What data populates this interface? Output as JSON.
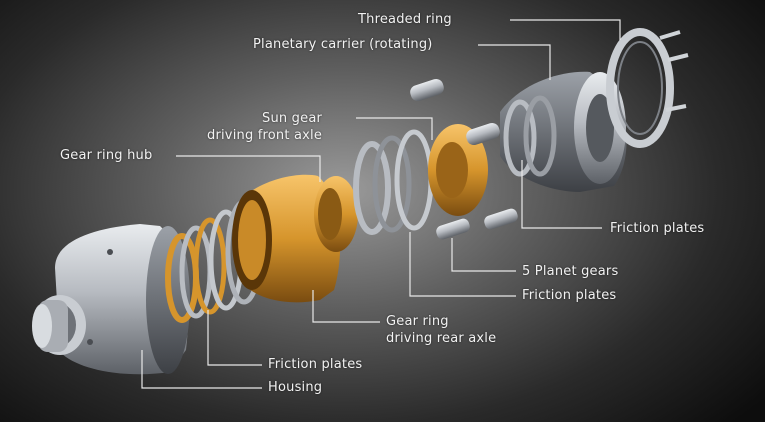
{
  "diagram": {
    "labels": {
      "threaded_ring": "Threaded ring",
      "planetary_carrier": "Planetary carrier (rotating)",
      "sun_gear_line1": "Sun gear",
      "sun_gear_line2": "driving front axle",
      "gear_ring_hub": "Gear ring hub",
      "friction_plates_right": "Friction plates",
      "planet_gears": "5 Planet gears",
      "friction_plates_middle": "Friction plates",
      "gear_ring_rear_line1": "Gear ring",
      "gear_ring_rear_line2": "driving rear axle",
      "friction_plates_left": "Friction plates",
      "housing": "Housing"
    },
    "colors": {
      "background": "#0d0d0d",
      "label_text": "#f2f2f2",
      "leader_line": "#e8e8e8",
      "gold_parts": "#d6952c",
      "steel_parts": "#b8bcc2"
    }
  }
}
